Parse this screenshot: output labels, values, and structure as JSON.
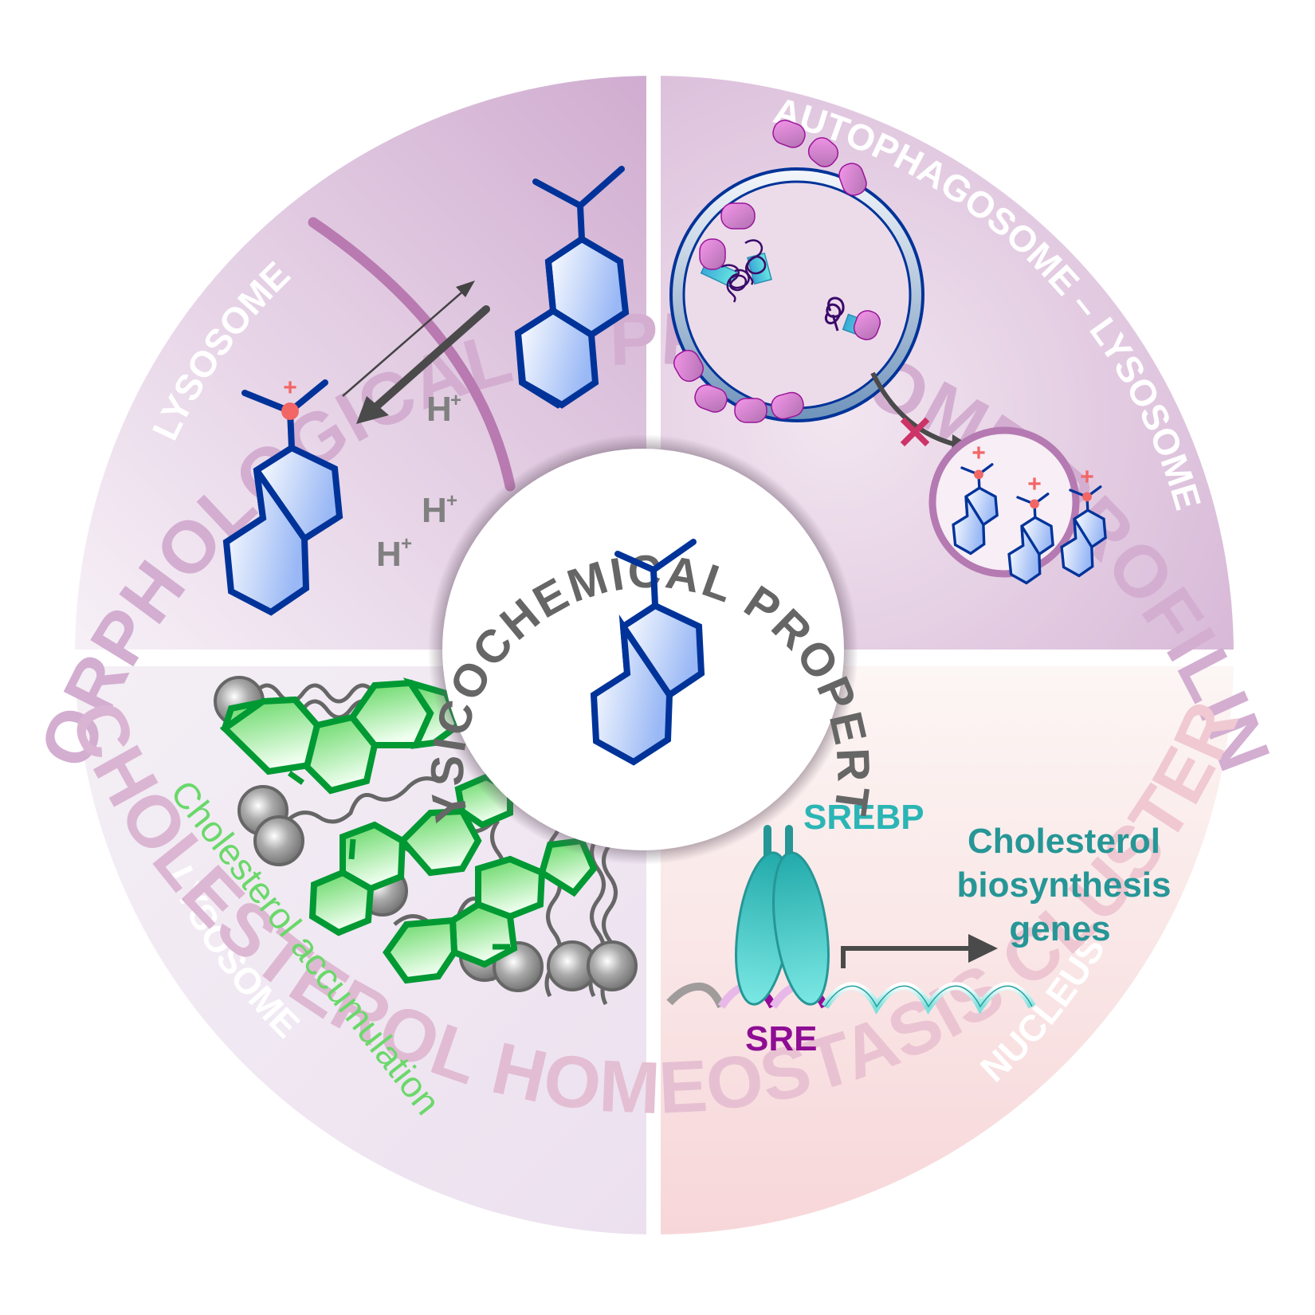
{
  "outer_ring": {
    "top_title": "MORPHOLOGICAL & PROTEOME PROFILING",
    "bottom_title": "CHOLESTEROL HOMEOSTASIS CLUSTER"
  },
  "center": {
    "title": "PHYSICOCHEMICAL PROPERTIES",
    "icon": "cationic-amphiphilic-drug-icon"
  },
  "quadrants": {
    "top_left": {
      "region_label": "LYSOSOME",
      "protons": [
        "H",
        "H",
        "H"
      ],
      "proton_charge": "+",
      "protonated_charge": "+",
      "icons": [
        "membrane-arc-icon",
        "equilibrium-arrows-icon",
        "neutral-drug-icon",
        "protonated-drug-icon"
      ]
    },
    "top_right": {
      "region_label": "AUTOPHAGOSOME – LYSOSOME",
      "blocked_marker": "✕",
      "charge": "+",
      "icons": [
        "autophagosome-icon",
        "blocked-fusion-arrow-icon",
        "lysosome-with-drugs-icon"
      ]
    },
    "bottom_left": {
      "region_label": "LYSOSOME",
      "caption": "Cholesterol accumulation",
      "icons": [
        "lipid-bilayer-icon",
        "cholesterol-molecule-icon"
      ]
    },
    "bottom_right": {
      "region_label": "NUCLEUS",
      "protein_label": "SREBP",
      "element_label": "SRE",
      "target_lines": [
        "Cholesterol",
        "biosynthesis",
        "genes"
      ],
      "icons": [
        "srebp-dimer-icon",
        "dna-helix-icon",
        "transcription-arrow-icon"
      ]
    }
  },
  "colors": {
    "molecule_blue": "#003399",
    "charge_red": "#f26666",
    "title_purple": "#d3aed1",
    "title_pink": "#efc8d0",
    "cholesterol_green": "#009933",
    "srebp_teal": "#2bb5b5",
    "sre_purple": "#8e0d94"
  }
}
